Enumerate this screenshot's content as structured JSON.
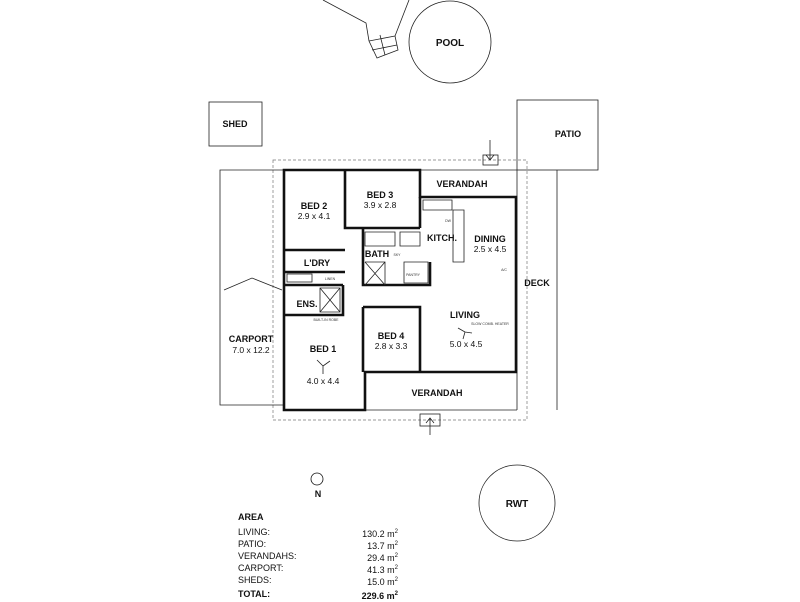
{
  "rooms": {
    "pool": "POOL",
    "shed": "SHED",
    "patio": "PATIO",
    "deck": "DECK",
    "rwt": "RWT",
    "verandah_top": "VERANDAH",
    "verandah_bottom": "VERANDAH",
    "bed2": {
      "name": "BED 2",
      "size": "2.9 x 4.1"
    },
    "bed3": {
      "name": "BED 3",
      "size": "3.9 x 2.8"
    },
    "kitchen": "KITCH.",
    "dining": {
      "name": "DINING",
      "size": "2.5 x 4.5"
    },
    "bath": "BATH",
    "laundry": "L'DRY",
    "ensuite": "ENS.",
    "carport": {
      "name": "CARPORT",
      "size": "7.0 x 12.2"
    },
    "bed1": {
      "name": "BED 1",
      "size": "4.0 x 4.4"
    },
    "bed4": {
      "name": "BED 4",
      "size": "2.8 x 3.3"
    },
    "living": {
      "name": "LIVING",
      "size": "5.0 x 4.5"
    }
  },
  "fixtures": {
    "linen": "LINEN",
    "pantry": "PANTRY",
    "built_in_robe": "BUILT-IN ROBE",
    "dw": "DW",
    "ac": "A/C",
    "heater": "SLOW COMB. HEATER",
    "shower_label": "SKY"
  },
  "compass": "N",
  "area": {
    "title": "AREA",
    "unit": "m",
    "rows": [
      {
        "label": "LIVING:",
        "value": "130.2"
      },
      {
        "label": "PATIO:",
        "value": "13.7"
      },
      {
        "label": "VERANDAHS:",
        "value": "29.4"
      },
      {
        "label": "CARPORT:",
        "value": "41.3"
      },
      {
        "label": "SHEDS:",
        "value": "15.0"
      }
    ],
    "total": {
      "label": "TOTAL:",
      "value": "229.6"
    }
  }
}
